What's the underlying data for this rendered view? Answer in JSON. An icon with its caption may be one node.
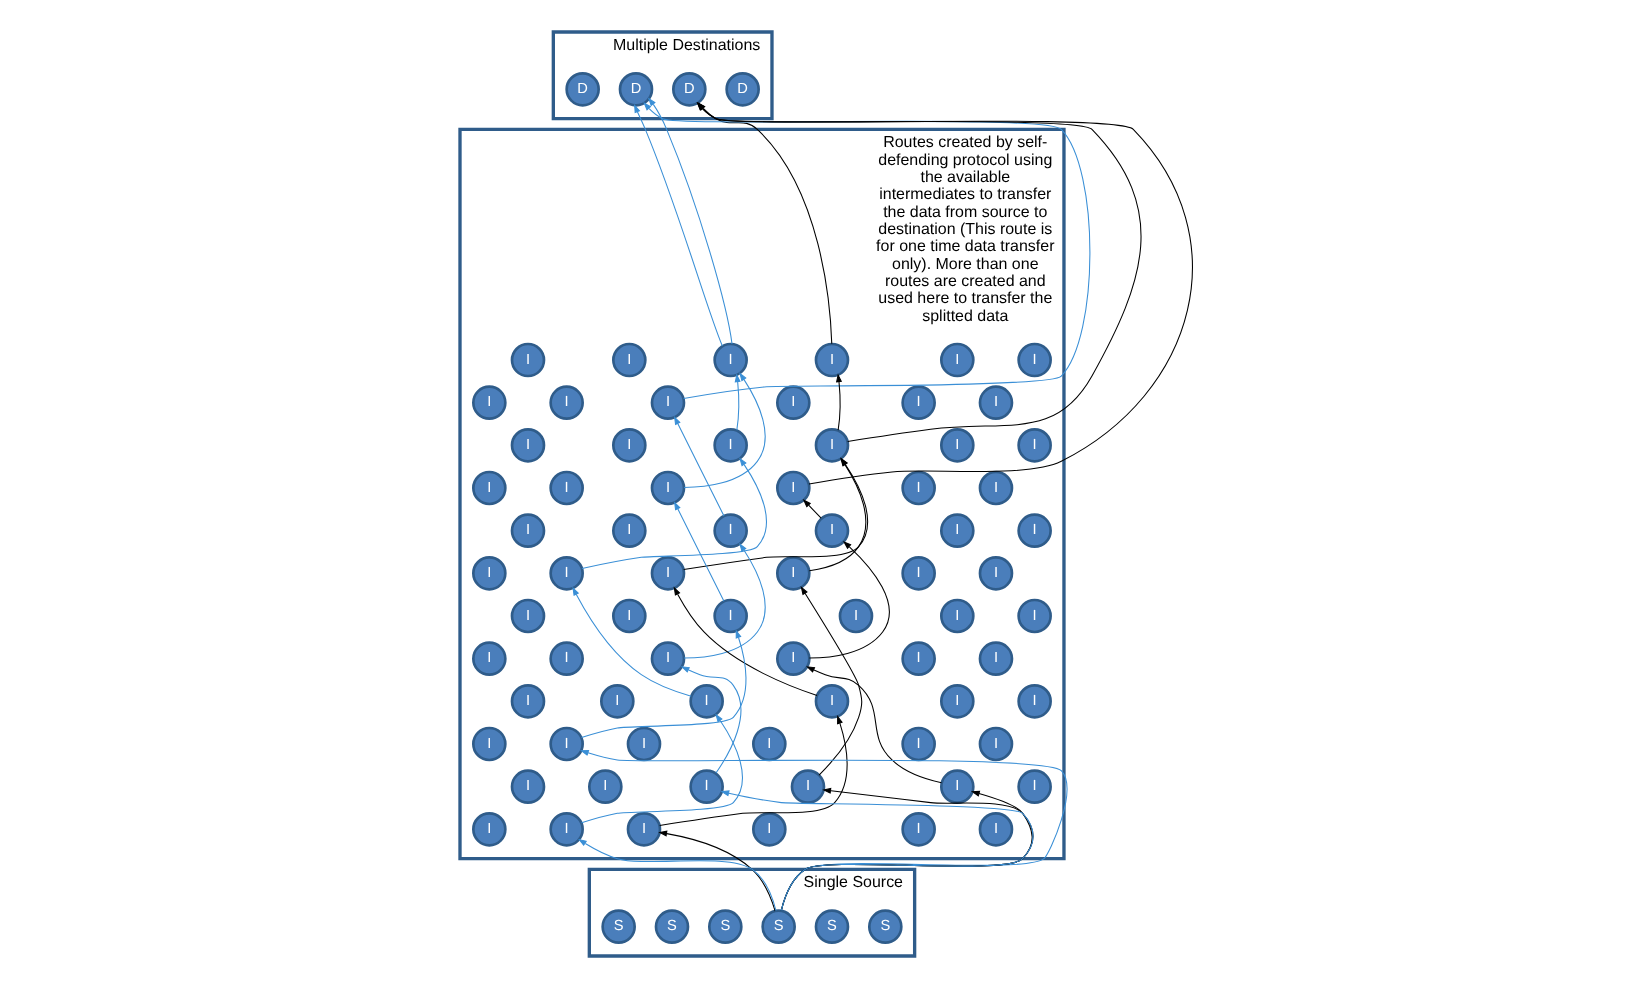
{
  "diagram": {
    "nodes": [
      {
        "text": [
          "Multiple Destinations"
        ]
      },
      {
        "text": [
          "D"
        ],
        "in": 0
      },
      {
        "text": [
          "D"
        ],
        "in": 0
      },
      {
        "text": [
          "D"
        ],
        "in": 0
      },
      {
        "text": [
          "D"
        ],
        "in": 0
      },
      {
        "text": [
          "Routes created by self-defending protocol using the available intermediates to transfer the data from source to destination (This route is for one time data transfer only). More than one routes are created and used here to transfer the splitted data"
        ]
      },
      {
        "text": [
          "I"
        ],
        "in": 5
      },
      {
        "text": [
          "I"
        ],
        "in": 5
      },
      {
        "text": [
          "I"
        ],
        "in": 5
      },
      {
        "text": [
          "I"
        ],
        "in": 5
      },
      {
        "text": [
          "I"
        ],
        "in": 5
      },
      {
        "text": [
          "I"
        ],
        "in": 5
      },
      {
        "text": [
          "I"
        ],
        "in": 5
      },
      {
        "text": [
          "I"
        ],
        "in": 5
      },
      {
        "text": [
          "I"
        ],
        "in": 5
      },
      {
        "text": [
          "I"
        ],
        "in": 5
      },
      {
        "text": [
          "I"
        ],
        "in": 5
      },
      {
        "text": [
          "I"
        ],
        "in": 5
      },
      {
        "text": [
          "I"
        ],
        "in": 5
      },
      {
        "text": [
          "I"
        ],
        "in": 5
      },
      {
        "text": [
          "I"
        ],
        "in": 5
      },
      {
        "text": [
          "I"
        ],
        "in": 5
      },
      {
        "text": [
          "I"
        ],
        "in": 5
      },
      {
        "text": [
          "I"
        ],
        "in": 5
      },
      {
        "text": [
          "I"
        ],
        "in": 5
      },
      {
        "text": [
          "I"
        ],
        "in": 5
      },
      {
        "text": [
          "I"
        ],
        "in": 5
      },
      {
        "text": [
          "I"
        ],
        "in": 5
      },
      {
        "text": [
          "I"
        ],
        "in": 5
      },
      {
        "text": [
          "I"
        ],
        "in": 5
      },
      {
        "text": [
          "I"
        ],
        "in": 5
      },
      {
        "text": [
          "I"
        ],
        "in": 5
      },
      {
        "text": [
          "I"
        ],
        "in": 5
      },
      {
        "text": [
          "I"
        ],
        "in": 5
      },
      {
        "text": [
          "I"
        ],
        "in": 5
      },
      {
        "text": [
          "I"
        ],
        "in": 5
      },
      {
        "text": [
          "I"
        ],
        "in": 5
      },
      {
        "text": [
          "I"
        ],
        "in": 5
      },
      {
        "text": [
          "I"
        ],
        "in": 5
      },
      {
        "text": [
          "I"
        ],
        "in": 5
      },
      {
        "text": [
          "I"
        ],
        "in": 5
      },
      {
        "text": [
          "I"
        ],
        "in": 5
      },
      {
        "text": [
          "I"
        ],
        "in": 5
      },
      {
        "text": [
          "I"
        ],
        "in": 5
      },
      {
        "text": [
          "I"
        ],
        "in": 5
      },
      {
        "text": [
          "I"
        ],
        "in": 5
      },
      {
        "text": [
          "I"
        ],
        "in": 5
      },
      {
        "text": [
          "I"
        ],
        "in": 5
      },
      {
        "text": [
          "I"
        ],
        "in": 5
      },
      {
        "text": [
          "I"
        ],
        "in": 5
      },
      {
        "text": [
          "I"
        ],
        "in": 5
      },
      {
        "text": [
          "I"
        ],
        "in": 5
      },
      {
        "text": [
          "I"
        ],
        "in": 5
      },
      {
        "text": [
          "I"
        ],
        "in": 5
      },
      {
        "text": [
          "I"
        ],
        "in": 5
      },
      {
        "text": [
          "I"
        ],
        "in": 5
      },
      {
        "text": [
          "I"
        ],
        "in": 5
      },
      {
        "text": [
          "I"
        ],
        "in": 5
      },
      {
        "text": [
          "I"
        ],
        "in": 5
      },
      {
        "text": [
          "I"
        ],
        "in": 5
      },
      {
        "text": [
          "I"
        ],
        "in": 5
      },
      {
        "text": [
          "I"
        ],
        "in": 5
      },
      {
        "text": [
          "I"
        ],
        "in": 5
      },
      {
        "text": [
          "I"
        ],
        "in": 5
      },
      {
        "text": [
          "I"
        ],
        "in": 5
      },
      {
        "text": [
          "I"
        ],
        "in": 5
      },
      {
        "text": [
          "I"
        ],
        "in": 5
      },
      {
        "text": [
          "I"
        ],
        "in": 5
      },
      {
        "text": [
          "I"
        ],
        "in": 5
      },
      {
        "text": [
          "I"
        ],
        "in": 5
      },
      {
        "text": [
          "I"
        ],
        "in": 5
      },
      {
        "text": [
          "I"
        ],
        "in": 5
      },
      {
        "text": [
          "I"
        ],
        "in": 5
      },
      {
        "text": [
          "I"
        ],
        "in": 5
      },
      {
        "text": [
          "I"
        ],
        "in": 5
      },
      {
        "text": [
          "I"
        ],
        "in": 5
      },
      {
        "text": [
          "I"
        ],
        "in": 5
      },
      {
        "text": [
          "I"
        ],
        "in": 5
      },
      {
        "text": [
          "Single Source"
        ]
      },
      {
        "text": [
          "S"
        ],
        "in": 78
      },
      {
        "text": [
          "S"
        ],
        "in": 78
      },
      {
        "text": [
          "S"
        ],
        "in": 78
      },
      {
        "text": [
          "S"
        ],
        "in": 78
      },
      {
        "text": [
          "S"
        ],
        "in": 78
      },
      {
        "text": [
          "S"
        ],
        "in": 78
      }
    ],
    "edges": [
      {
        "from": 81,
        "to": 67,
        "arrow": "to",
        "color": "#000000"
      },
      {
        "from": 67,
        "to": 50,
        "arrow": "to",
        "color": "#000000"
      },
      {
        "from": 50,
        "to": 32,
        "arrow": "to",
        "color": "#000000"
      },
      {
        "from": 32,
        "to": 26,
        "arrow": "to",
        "color": "#000000"
      },
      {
        "from": 26,
        "to": 2,
        "arrow": "to",
        "color": "#000000"
      },
      {
        "from": 81,
        "to": 68,
        "arrow": "to",
        "color": "#000000"
      },
      {
        "from": 68,
        "to": 38,
        "arrow": "to",
        "color": "#000000"
      },
      {
        "from": 38,
        "to": 20,
        "arrow": "to",
        "color": "#000000"
      },
      {
        "from": 20,
        "to": 2,
        "arrow": "to",
        "color": "#000000"
      },
      {
        "from": 81,
        "to": 75,
        "arrow": "to",
        "color": "#000000"
      },
      {
        "from": 75,
        "to": 56,
        "arrow": "to",
        "color": "#000000"
      },
      {
        "from": 56,
        "to": 39,
        "arrow": "to",
        "color": "#000000"
      },
      {
        "from": 39,
        "to": 20,
        "arrow": "to",
        "color": "#000000"
      },
      {
        "from": 20,
        "to": 8,
        "arrow": "to",
        "color": "#000000"
      },
      {
        "from": 8,
        "to": 2,
        "arrow": "to",
        "color": "#000000"
      },
      {
        "from": 81,
        "to": 69,
        "arrow": "to"
      },
      {
        "from": 69,
        "to": 51,
        "arrow": "to"
      },
      {
        "from": 51,
        "to": 33,
        "arrow": "to"
      },
      {
        "from": 33,
        "to": 15,
        "arrow": "to"
      },
      {
        "from": 15,
        "to": 3,
        "arrow": "to"
      },
      {
        "from": 81,
        "to": 64,
        "arrow": "to"
      },
      {
        "from": 64,
        "to": 45,
        "arrow": "to"
      },
      {
        "from": 45,
        "to": 27,
        "arrow": "to"
      },
      {
        "from": 27,
        "to": 9,
        "arrow": "to"
      },
      {
        "from": 9,
        "to": 3,
        "arrow": "to"
      },
      {
        "from": 81,
        "to": 76,
        "arrow": "to"
      },
      {
        "from": 76,
        "to": 57,
        "arrow": "to"
      },
      {
        "from": 57,
        "to": 40,
        "arrow": "to"
      },
      {
        "from": 40,
        "to": 21,
        "arrow": "to"
      },
      {
        "from": 21,
        "to": 9,
        "arrow": "to"
      },
      {
        "from": 9,
        "to": 3,
        "arrow": "to"
      }
    ]
  }
}
